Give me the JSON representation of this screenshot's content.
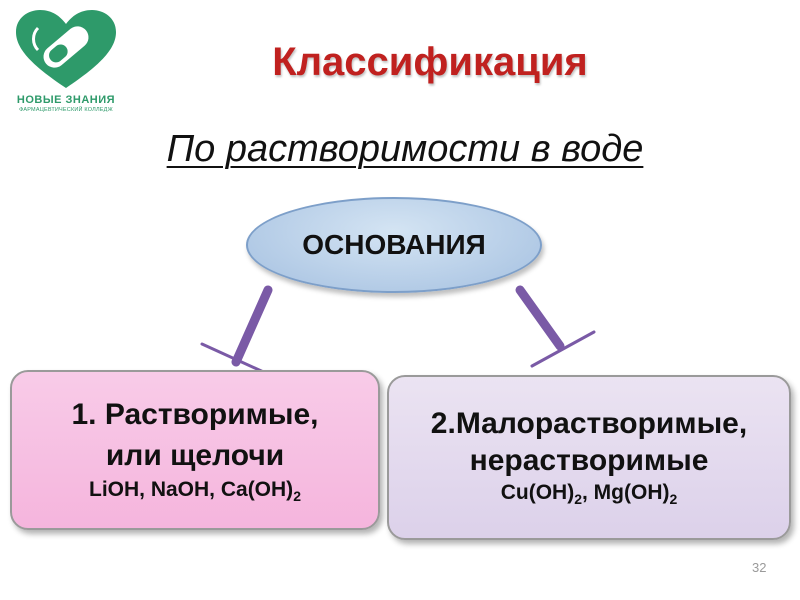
{
  "logo": {
    "name": "НОВЫЕ ЗНАНИЯ",
    "subtitle": "ФАРМАЦЕВТИЧЕСКИЙ КОЛЛЕДЖ",
    "color": "#2e9a6a"
  },
  "title": "Классификация",
  "subtitle": "По растворимости в воде",
  "center_node": "ОСНОВАНИЯ",
  "branches": [
    {
      "line1": "1. Растворимые,",
      "line2": "или щелочи",
      "formulas": [
        {
          "text": "LiOH, NaOH, Ca(OH)",
          "sub": "2",
          "after": ""
        }
      ]
    },
    {
      "line1": "2.Малорастворимые,",
      "line2": "нерастворимые",
      "formulas": [
        {
          "text": "Cu(OH)",
          "sub": "2",
          "after": ", Mg(OH)"
        },
        {
          "text": "",
          "sub": "2",
          "after": ""
        }
      ]
    }
  ],
  "page_number": "32",
  "colors": {
    "title": "#c0211f",
    "arrow": "#7a5aa6",
    "ellipse": "#b3cbe6",
    "left_box": "#f5b5dd",
    "right_box": "#dcd1ea"
  }
}
